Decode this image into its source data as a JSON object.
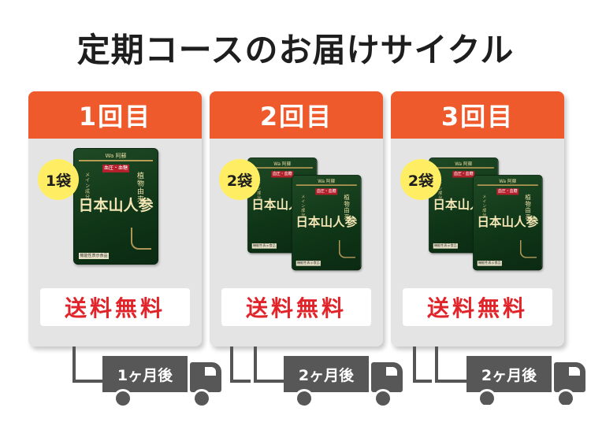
{
  "title": "定期コースのお届けサイクル",
  "colors": {
    "header": "#ef5a2c",
    "badge": "#ffee63",
    "shipping_text": "#e1232a",
    "card_bg": "#e4e4e4",
    "truck": "#575757",
    "pack": "#14401d"
  },
  "product": {
    "maker": "Wa 阿蘇",
    "tag": "血圧・血糖",
    "subtitle": "植物由来",
    "catch": "メイン成分",
    "name": "日本山人参",
    "label": "機能性表示食品"
  },
  "deliveries": [
    {
      "round": "1回目",
      "quantity": "1袋",
      "shipping": "送料無料"
    },
    {
      "round": "2回目",
      "quantity": "2袋",
      "shipping": "送料無料"
    },
    {
      "round": "3回目",
      "quantity": "2袋",
      "shipping": "送料無料"
    }
  ],
  "intervals": [
    "1ヶ月後",
    "2ヶ月後",
    "2ヶ月後"
  ]
}
